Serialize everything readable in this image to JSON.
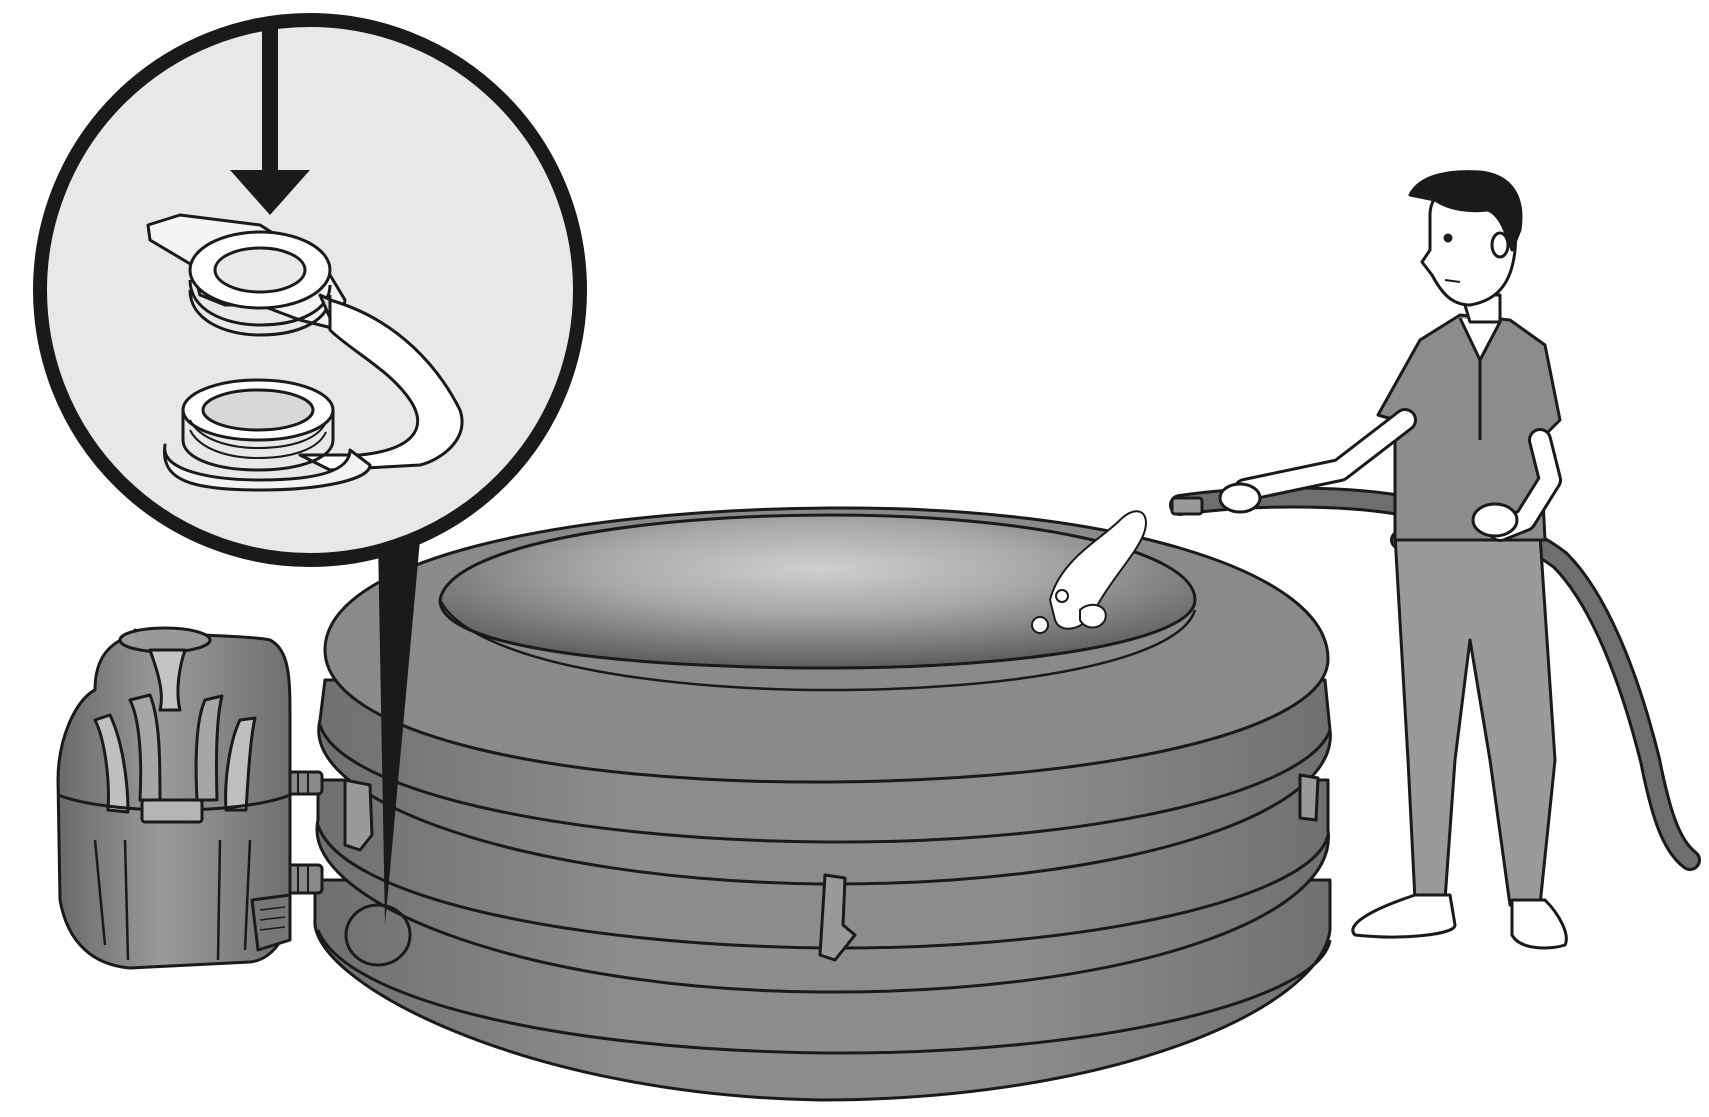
{
  "illustration": {
    "subject": "inflatable-spa-filling",
    "elements": [
      "detail-callout",
      "drain-valve-cap",
      "down-arrow-icon",
      "pump-unit",
      "spa-tub",
      "person",
      "garden-hose",
      "water-spray"
    ]
  },
  "colors": {
    "background": "#ffffff",
    "outline": "#1a1a1a",
    "callout_fill": "#e8e8e8",
    "spa_body": "#888888",
    "spa_dark": "#6f6f6f",
    "spa_inner_light": "#bdbdbd",
    "spa_inner_dark": "#6e6e6e",
    "pump_body": "#8a8a8a",
    "shirt": "#8c8c8c",
    "pants": "#9a9a9a",
    "hose": "#6e6e6e",
    "skin": "#ffffff",
    "water": "#ffffff"
  }
}
